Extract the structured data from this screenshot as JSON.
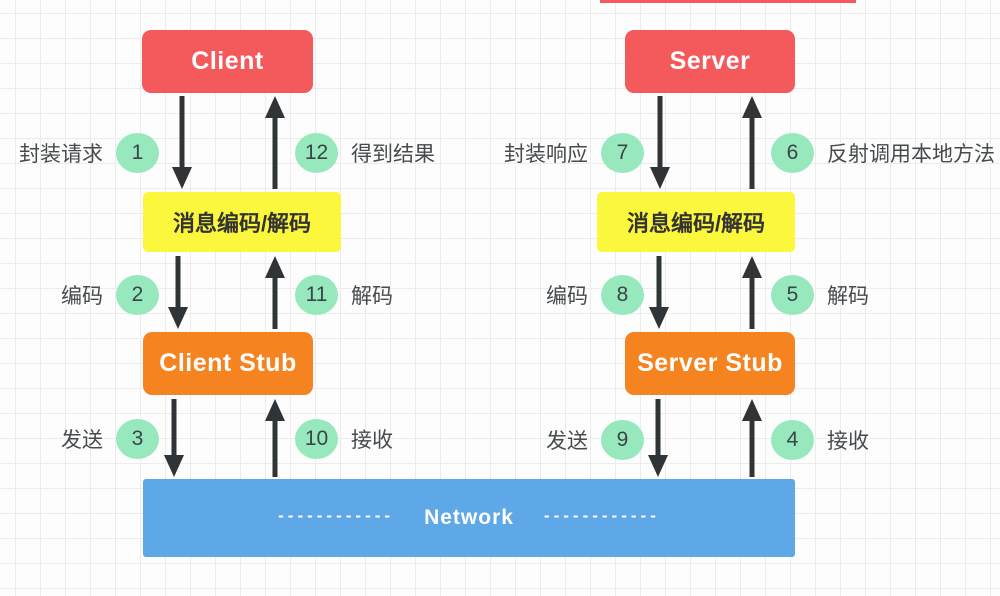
{
  "colors": {
    "bg": "#fdfdfd",
    "grid-line": "#ececec",
    "box-red": "#f4595c",
    "box-yellow": "#fbf73c",
    "box-orange": "#f5831f",
    "box-blue": "#5fa8e8",
    "badge-green": "#97e9bd",
    "arrow": "#303436",
    "label-text": "#474b4d",
    "badge-text": "#3b4446",
    "box-dark-text": "#333333",
    "box-light-text": "#ffffff"
  },
  "nodes": {
    "client": "Client",
    "server": "Server",
    "codec_left": "消息编码/解码",
    "codec_right": "消息编码/解码",
    "client_stub": "Client Stub",
    "server_stub": "Server Stub",
    "network": {
      "dashes_left": "------------",
      "label": "Network",
      "dashes_right": "------------"
    }
  },
  "annotations": [
    {
      "num": "1",
      "label": "封装请求"
    },
    {
      "num": "12",
      "label": "得到结果"
    },
    {
      "num": "2",
      "label": "编码"
    },
    {
      "num": "11",
      "label": "解码"
    },
    {
      "num": "3",
      "label": "发送"
    },
    {
      "num": "10",
      "label": "接收"
    },
    {
      "num": "7",
      "label": "封装响应"
    },
    {
      "num": "6",
      "label": "反射调用本地方法"
    },
    {
      "num": "8",
      "label": "编码"
    },
    {
      "num": "5",
      "label": "解码"
    },
    {
      "num": "9",
      "label": "发送"
    },
    {
      "num": "4",
      "label": "接收"
    }
  ]
}
